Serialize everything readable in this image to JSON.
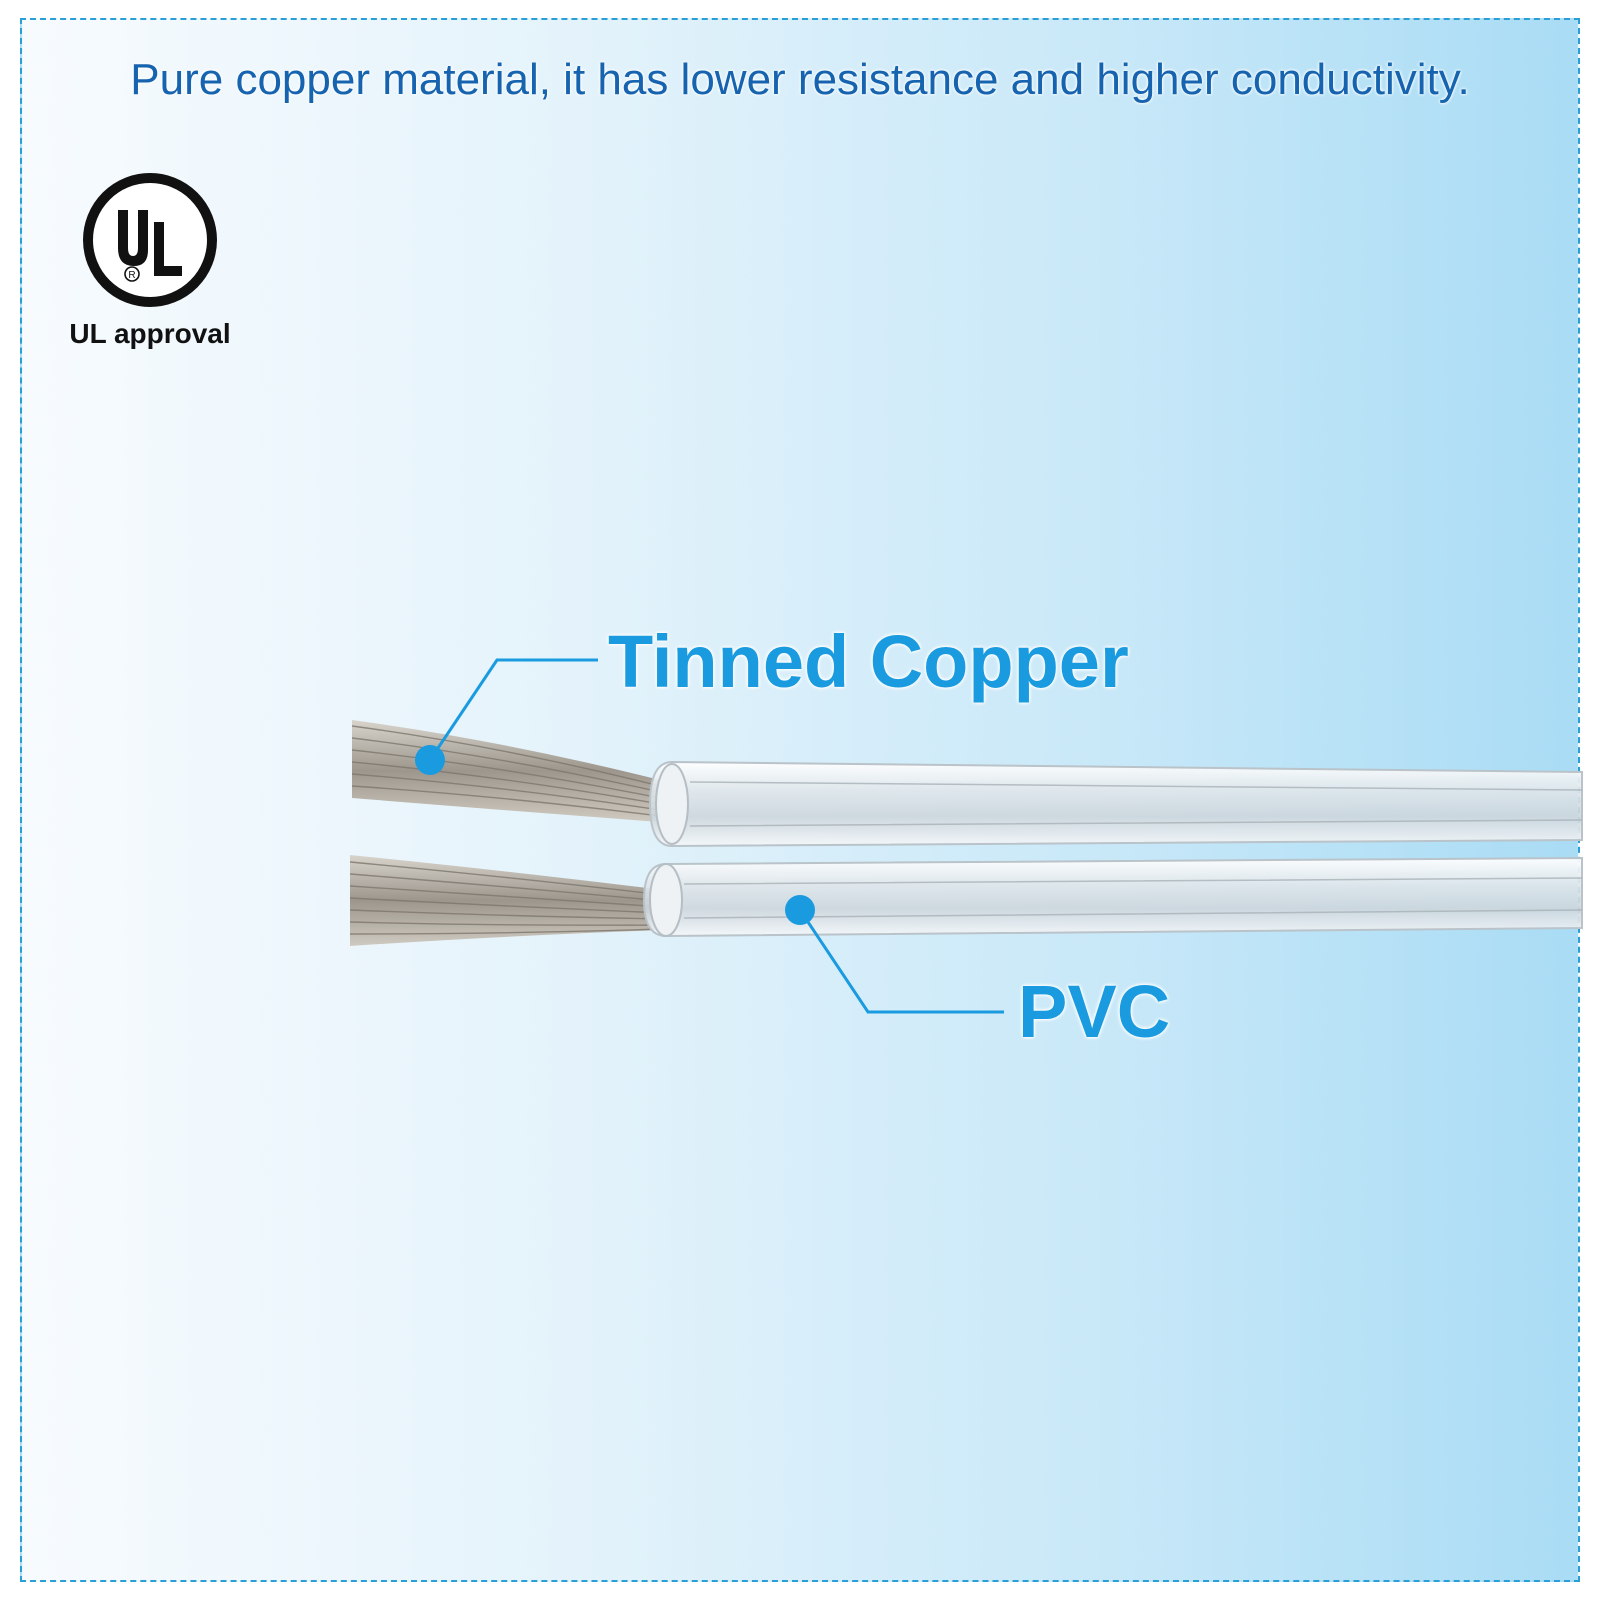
{
  "headline": "Pure copper material, it has lower resistance and higher conductivity.",
  "badge": {
    "logo_text": "UL",
    "caption": "UL approval",
    "icon": "ul-certification-icon"
  },
  "callouts": {
    "conductor": "Tinned Copper",
    "insulation": "PVC"
  },
  "colors": {
    "headline": "#1663b0",
    "callout": "#1a9be0",
    "border": "#2a9fd6"
  }
}
